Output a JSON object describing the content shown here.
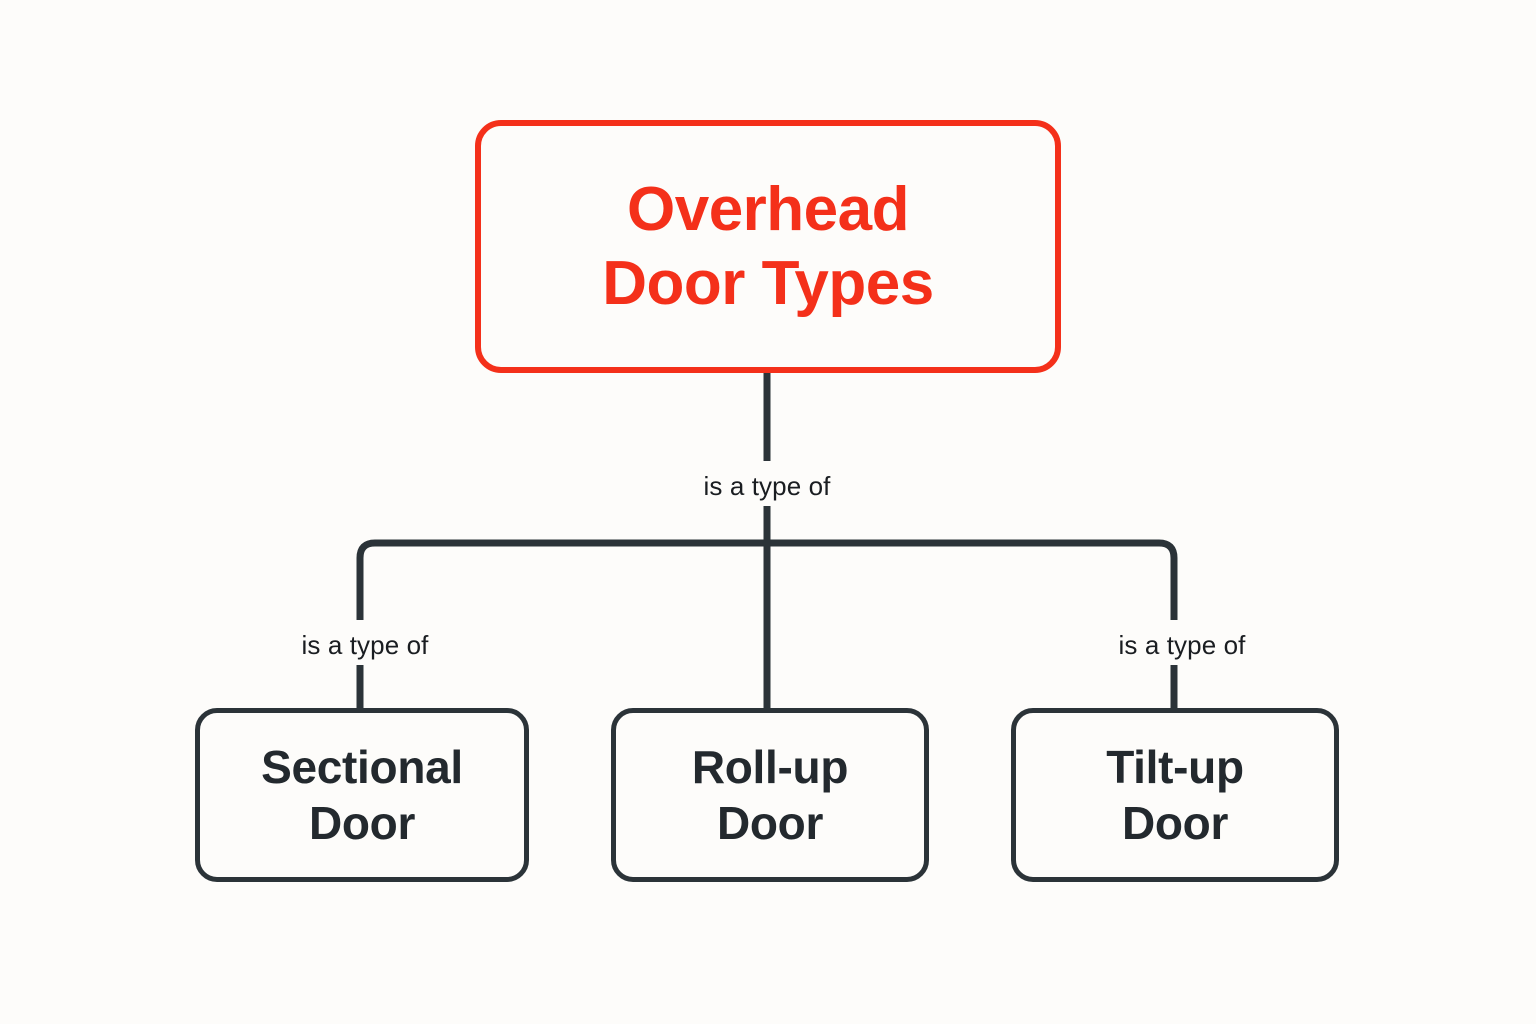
{
  "diagram": {
    "type": "hierarchy-tree",
    "background_color": "#fdfcfa",
    "root": {
      "id": "overhead-door-types",
      "label": "Overhead\nDoor Types",
      "line1": "Overhead",
      "line2": "Door Types",
      "border_color": "#f4301a",
      "text_color": "#f4301a"
    },
    "children": [
      {
        "id": "sectional-door",
        "label": "Sectional\nDoor",
        "line1": "Sectional",
        "line2": "Door",
        "border_color": "#2b3338",
        "text_color": "#23292e"
      },
      {
        "id": "roll-up-door",
        "label": "Roll-up\nDoor",
        "line1": "Roll-up",
        "line2": "Door",
        "border_color": "#2b3338",
        "text_color": "#23292e"
      },
      {
        "id": "tilt-up-door",
        "label": "Tilt-up\nDoor",
        "line1": "Tilt-up",
        "line2": "Door",
        "border_color": "#2b3338",
        "text_color": "#23292e"
      }
    ],
    "edges": [
      {
        "id": "edge-root-trunk",
        "from": "overhead-door-types",
        "to": "bus",
        "label": "is a type of"
      },
      {
        "id": "edge-sectional",
        "from": "overhead-door-types",
        "to": "sectional-door",
        "label": "is a type of"
      },
      {
        "id": "edge-rollup",
        "from": "overhead-door-types",
        "to": "roll-up-door",
        "label": ""
      },
      {
        "id": "edge-tiltup",
        "from": "overhead-door-types",
        "to": "tilt-up-door",
        "label": "is a type of"
      }
    ],
    "edge_color": "#2b3338"
  }
}
